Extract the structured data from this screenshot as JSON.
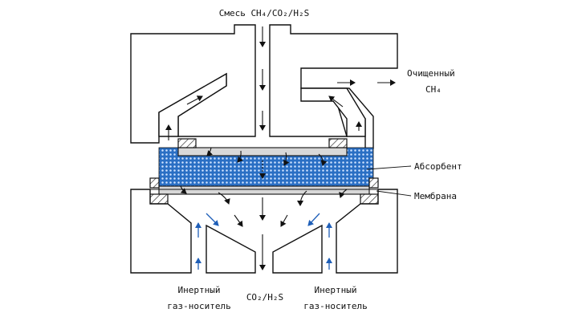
{
  "labels": {
    "inlet_mix": "Смесь CH₄/CO₂/H₂S",
    "purified_line1": "Очищенный",
    "purified_line2": "CH₄",
    "absorbent": "Абсорбент",
    "membrane": "Мембрана",
    "inert_left_line1": "Инертный",
    "inert_left_line2": "газ-носитель",
    "inert_right_line1": "Инертный",
    "inert_right_line2": "газ-носитель",
    "outlet_acid": "CO₂/H₂S"
  },
  "colors": {
    "absorbent_fill": "#2a6fc4",
    "absorbent_dots": "#cfe3ff",
    "inert_arrows": "#1f5fb8",
    "plate_fill": "#d8d8d8",
    "line": "#111111"
  }
}
